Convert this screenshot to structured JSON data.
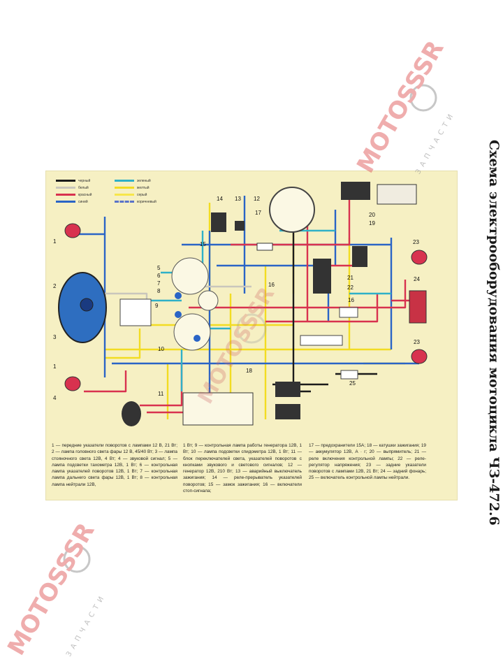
{
  "title": "Схема электрооборудования мотоцикла ЧЗ-472.6",
  "legend": [
    {
      "label": "черный",
      "color": "#1b1b1b"
    },
    {
      "label": "белый",
      "color": "#c9c6bc"
    },
    {
      "label": "красный",
      "color": "#d8324f"
    },
    {
      "label": "синий",
      "color": "#2a64c6"
    },
    {
      "label": "зеленый",
      "color": "#2fb0c8"
    },
    {
      "label": "желтый",
      "color": "#f2dc22"
    },
    {
      "label": "серый",
      "color": "#f7e64a"
    },
    {
      "label": "коричневый",
      "color": "#5a73c9"
    }
  ],
  "labels": [
    "1",
    "2",
    "3",
    "1",
    "4",
    "5",
    "6",
    "7",
    "8",
    "9",
    "10",
    "11",
    "12",
    "13",
    "14",
    "15",
    "16",
    "17",
    "16",
    "18",
    "19",
    "20",
    "21",
    "22",
    "23",
    "24",
    "23",
    "25"
  ],
  "caption": {
    "col1": "1 — передние указатели поворотов с лампами 12 В, 21 Вт; 2 — лампа головного света фары 12 В, 45/40 Вт; 3 — лампа стояночного света 12В, 4 Вт; 4 — звуковой сигнал; 5 — лампа подсветки тахометра 12В, 1 Вт; 6 — контрольная лампа указателей поворотов 12В, 1 Вт; 7 — контрольная лампа дальнего света фары 12В, 1 Вт; 8 — контрольная лампа нейтрали 12В,",
    "col2": "1 Вт; 9 — контрольная лампа работы генератора 12В, 1 Вт; 10 — лампа подсветки спидометра 12В, 1 Вт; 11 — блок переключателей света, указателей поворотов с кнопками звукового и светового сигналов; 12 — генератор 12В, 210 Вт; 13 — аварийный выключатель зажигания; 14 — реле-прерыватель указателей поворотов; 15 — замок зажигания; 16 — включатели стоп-сигнала;",
    "col3": "17 — предохранители 15А; 18 — катушки зажигания; 19 — аккумулятор 12В, А · г; 20 — выпрямитель; 21 — реле включения контрольной лампы; 22 — реле-регулятор напряжения; 23 — задние указатели поворотов с лампами 12В, 21 Вт; 24 — задний фонарь; 25 — включатель контрольной лампы нейтрали."
  },
  "watermark": {
    "brand": "MOTOSSSR",
    "sub": "ЗАПЧАСТИ"
  }
}
